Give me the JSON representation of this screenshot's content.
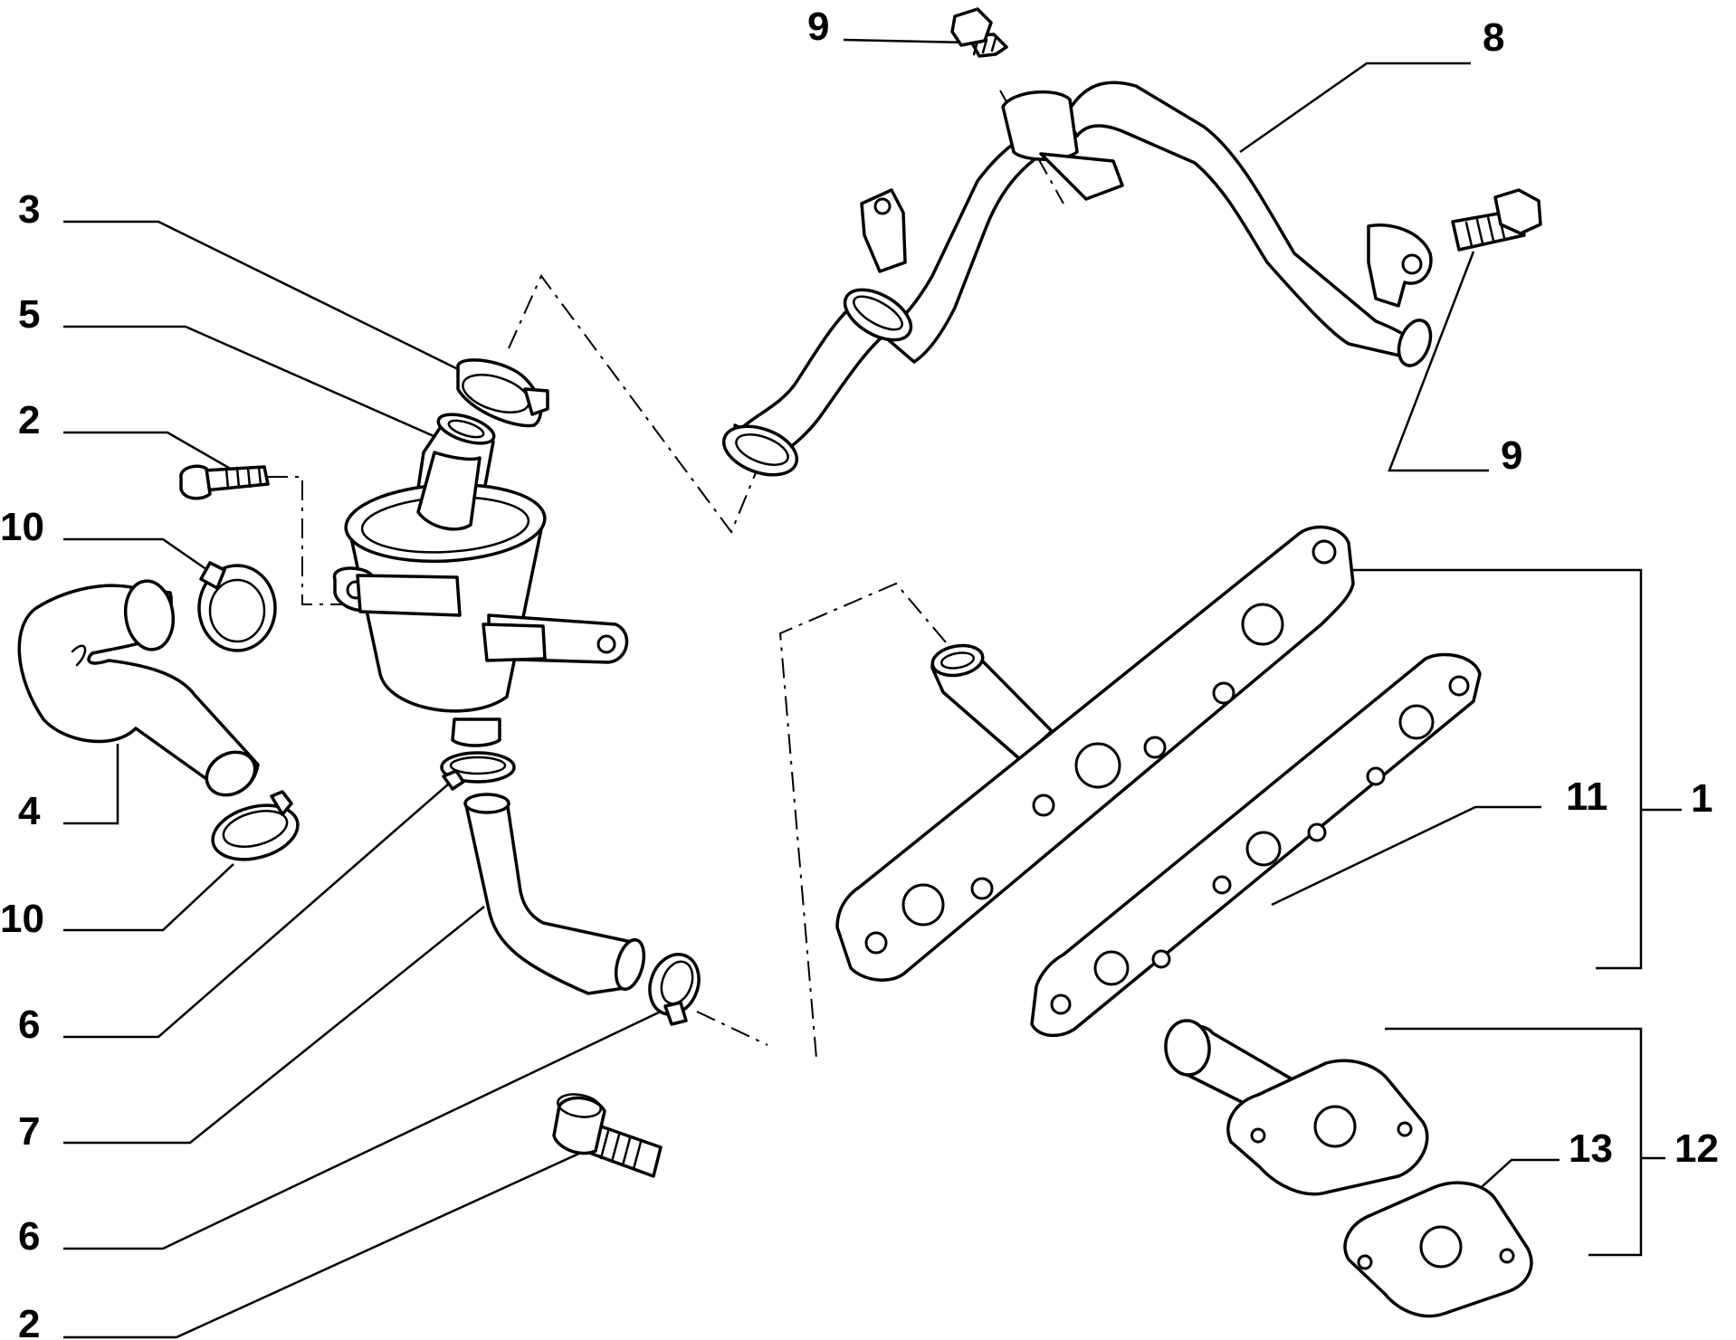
{
  "callouts": {
    "c3": "3",
    "c5": "5",
    "c2_upper": "2",
    "c10_upper": "10",
    "c4": "4",
    "c10_lower": "10",
    "c6_upper": "6",
    "c7": "7",
    "c6_lower": "6",
    "c2_lower": "2",
    "c9_top": "9",
    "c8": "8",
    "c9_right": "9",
    "c11": "11",
    "c1": "1",
    "c13": "13",
    "c12": "12"
  }
}
